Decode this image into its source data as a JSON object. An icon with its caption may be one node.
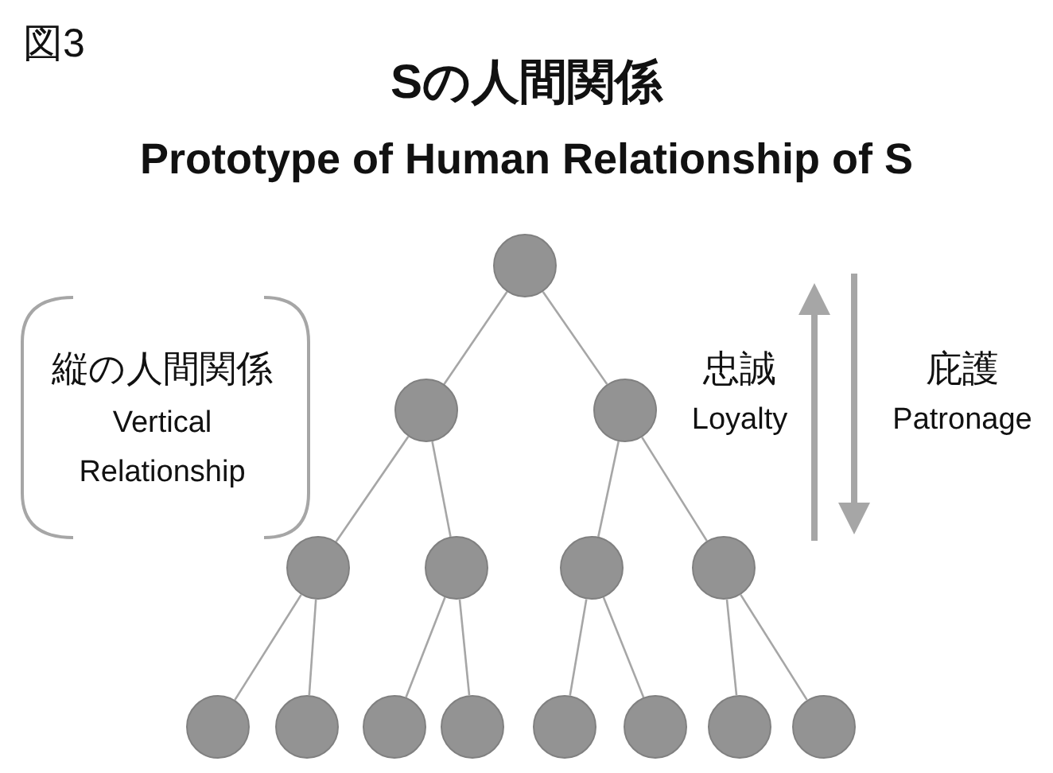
{
  "diagram": {
    "title": "Sの人間関係",
    "nodes": [
      {
        "text": [],
        "shape": "circle"
      },
      {
        "text": [],
        "shape": "circle"
      },
      {
        "text": [],
        "shape": "circle"
      },
      {
        "text": [],
        "shape": "circle"
      },
      {
        "text": [],
        "shape": "circle"
      },
      {
        "text": [],
        "shape": "circle"
      },
      {
        "text": [],
        "shape": "circle"
      },
      {
        "text": [],
        "shape": "circle"
      },
      {
        "text": [],
        "shape": "circle"
      },
      {
        "text": [],
        "shape": "circle"
      },
      {
        "text": [],
        "shape": "circle"
      },
      {
        "text": [],
        "shape": "circle"
      },
      {
        "text": [],
        "shape": "circle"
      },
      {
        "text": [],
        "shape": "circle"
      },
      {
        "text": [],
        "shape": "circle"
      }
    ],
    "edges": [
      {
        "from": 0,
        "to": 1,
        "arrow": "none"
      },
      {
        "from": 0,
        "to": 2,
        "arrow": "none"
      },
      {
        "from": 1,
        "to": 3,
        "arrow": "none"
      },
      {
        "from": 1,
        "to": 4,
        "arrow": "none"
      },
      {
        "from": 2,
        "to": 5,
        "arrow": "none"
      },
      {
        "from": 2,
        "to": 6,
        "arrow": "none"
      },
      {
        "from": 3,
        "to": 7,
        "arrow": "none"
      },
      {
        "from": 3,
        "to": 8,
        "arrow": "none"
      },
      {
        "from": 4,
        "to": 9,
        "arrow": "none"
      },
      {
        "from": 4,
        "to": 10,
        "arrow": "none"
      },
      {
        "from": 5,
        "to": 11,
        "arrow": "none"
      },
      {
        "from": 5,
        "to": 12,
        "arrow": "none"
      },
      {
        "from": 6,
        "to": 13,
        "arrow": "none"
      },
      {
        "from": 6,
        "to": 14,
        "arrow": "none"
      }
    ],
    "labels": [
      "図3",
      "Prototype of Human Relationship of S",
      "縦の人間関係",
      "Vertical Relationship",
      "忠誠",
      "Loyalty",
      "庇護",
      "Patronage"
    ]
  }
}
